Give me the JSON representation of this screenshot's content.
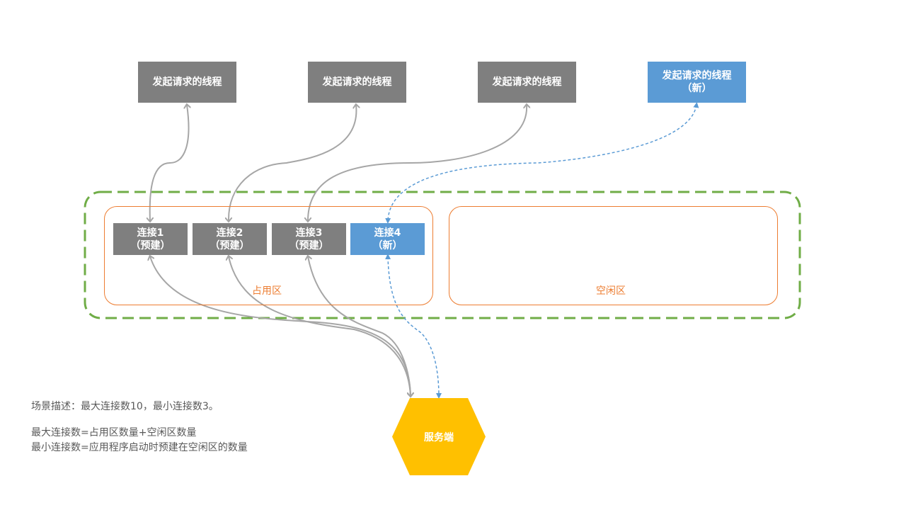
{
  "threads": [
    {
      "label": "发起请求的线程",
      "sub": ""
    },
    {
      "label": "发起请求的线程",
      "sub": ""
    },
    {
      "label": "发起请求的线程",
      "sub": ""
    },
    {
      "label": "发起请求的线程",
      "sub": "（新）"
    }
  ],
  "connections": [
    {
      "label": "连接1",
      "sub": "（预建）"
    },
    {
      "label": "连接2",
      "sub": "（预建）"
    },
    {
      "label": "连接3",
      "sub": "（预建）"
    },
    {
      "label": "连接4",
      "sub": "（新）"
    }
  ],
  "zones": {
    "occupied": "占用区",
    "idle": "空闲区"
  },
  "server": {
    "label": "服务端"
  },
  "notes": {
    "scenario": "场景描述：最大连接数10，最小连接数3。",
    "max_def": "最大连接数=占用区数量+空闲区数量",
    "min_def": "最小连接数=应用程序启动时预建在空闲区的数量"
  },
  "colors": {
    "gray_box": "#7f7f7f",
    "new_box": "#5b9bd5",
    "pool_border": "#70ad47",
    "zone_border": "#ed7d31",
    "server": "#ffc000",
    "arrow": "#a6a6a6"
  }
}
